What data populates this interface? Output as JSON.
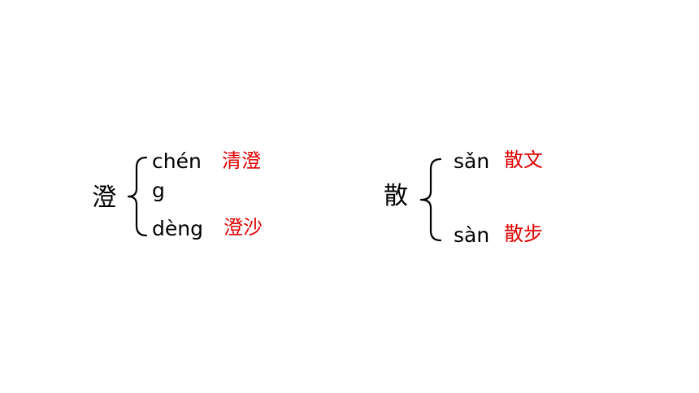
{
  "colors": {
    "text": "#000000",
    "accent": "#e00000"
  },
  "groups": [
    {
      "character": "澄",
      "readings": [
        {
          "pinyin_line1": "chén",
          "pinyin_line2": "g",
          "word": "清澄"
        },
        {
          "pinyin": "dèng",
          "word": "澄沙"
        }
      ]
    },
    {
      "character": "散",
      "readings": [
        {
          "pinyin": "sǎn",
          "word": "散文"
        },
        {
          "pinyin": "sàn",
          "word": "散步"
        }
      ]
    }
  ]
}
